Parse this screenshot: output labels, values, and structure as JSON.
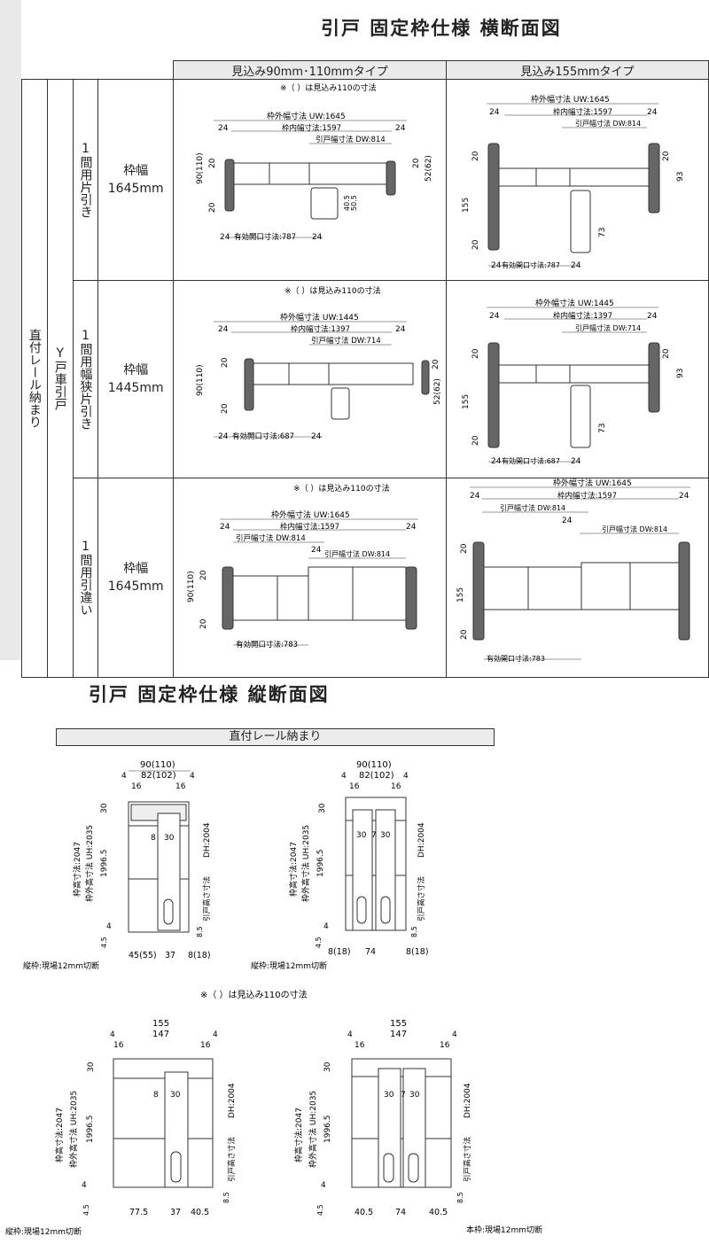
{
  "titles": {
    "horizontal": "引戸 固定枠仕様 横断面図",
    "vertical": "引戸 固定枠仕様 縦断面図"
  },
  "columns": {
    "col_a": "見込み90mm･110mmタイプ",
    "col_b": "見込み155mmタイプ"
  },
  "side_labels": {
    "install": "直付レール納まり",
    "type": "Y戸車引戸"
  },
  "note": "※（ ）は見込み110の寸法",
  "rows": [
    {
      "kind": "1間用片引き",
      "width": "枠幅\n1645mm",
      "a": {
        "outer": "枠外幅寸法 UW:1645",
        "inner": "枠内幅寸法:1597",
        "dw": "引戸幅寸法 DW:814",
        "open": "有効開口寸法:787"
      },
      "b": {
        "outer": "枠外幅寸法 UW:1645",
        "inner": "枠内幅寸法:1597",
        "dw": "引戸幅寸法 DW:814",
        "open": "有効開口寸法:787"
      }
    },
    {
      "kind": "1間用幅狭片引き",
      "width": "枠幅\n1445mm",
      "a": {
        "outer": "枠外幅寸法 UW:1445",
        "inner": "枠内幅寸法:1397",
        "dw": "引戸幅寸法 DW:714",
        "open": "有効開口寸法:687"
      },
      "b": {
        "outer": "枠外幅寸法 UW:1445",
        "inner": "枠内幅寸法:1397",
        "dw": "引戸幅寸法 DW:714",
        "open": "有効開口寸法:687"
      }
    },
    {
      "kind": "1間用引違い",
      "width": "枠幅\n1645mm",
      "a": {
        "outer": "枠外幅寸法 UW:1645",
        "inner": "枠内幅寸法:1597",
        "dw": "引戸幅寸法 DW:814",
        "dw2": "引戸幅寸法 DW:814",
        "open": "有効開口寸法:783"
      },
      "b": {
        "outer": "枠外幅寸法 UW:1645",
        "inner": "枠内幅寸法:1597",
        "dw": "引戸幅寸法 DW:814",
        "dw2": "引戸幅寸法 DW:814",
        "open": "有効開口寸法:783"
      }
    }
  ],
  "dims": {
    "d24": "24",
    "d20": "20",
    "d90": "90(110)",
    "d52": "52(62)",
    "d155": "155",
    "d93": "93",
    "d73": "73",
    "d40": "40.5(50.5)"
  },
  "vertical": {
    "bar": "直付レール納まり",
    "cut": "縦枠:現場12mm切断",
    "cut2": "本枠:現場12mm切断",
    "outer_h": "枠高寸法:2047",
    "outer_h2": "枠外高寸法 UH:2035",
    "inner_h": "1996.5",
    "dh": "DH:2004",
    "door_h": "引戸高さ寸法",
    "w90": "90(110)",
    "w82": "82(102)",
    "w155": "155",
    "w147": "147",
    "d4": "4",
    "d16": "16",
    "d30": "30",
    "d8": "8",
    "d7": "7",
    "d45": "4.5",
    "d85": "8.5",
    "s1": "45(55)",
    "s2": "37",
    "s3": "8(18)",
    "s4": "8(18)",
    "s5": "74",
    "s6": "77.5",
    "s7": "40.5"
  }
}
